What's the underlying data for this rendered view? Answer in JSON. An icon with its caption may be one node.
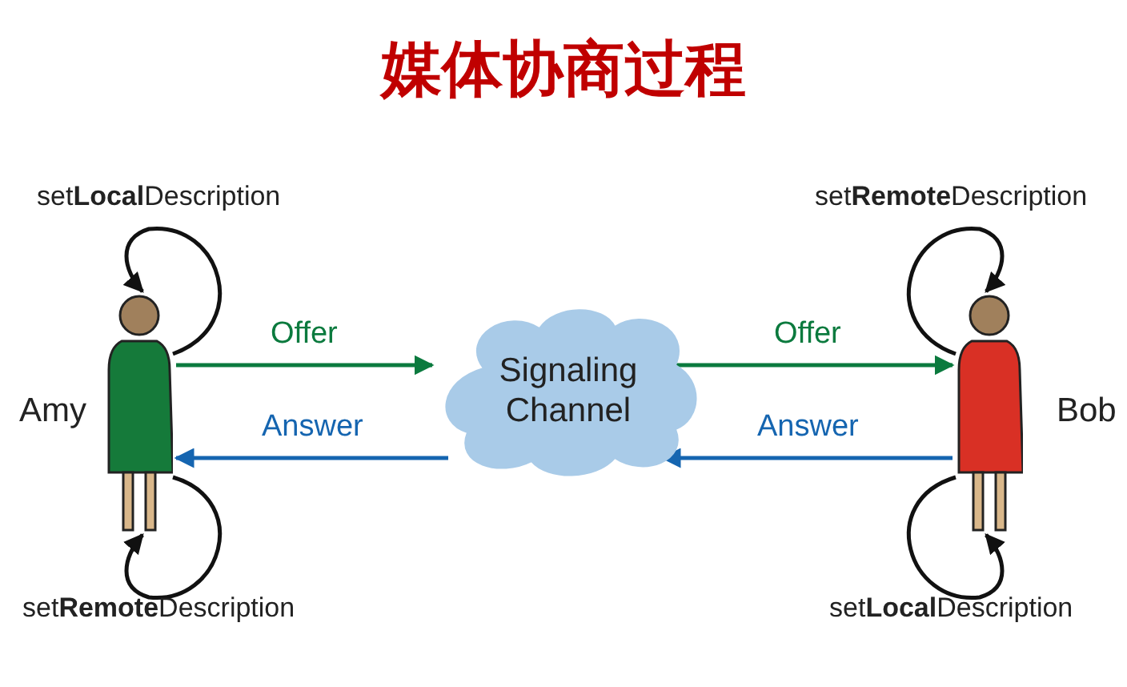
{
  "diagram": {
    "title": "媒体协商过程",
    "nodes": [
      {
        "text": [],
        "shape": "person",
        "beside": [
          "Amy"
        ]
      },
      {
        "text": [
          "Signaling Channel"
        ]
      },
      {
        "text": [],
        "shape": "person",
        "beside": [
          "Bob"
        ]
      }
    ],
    "edges": [
      {
        "from": 0,
        "to": 0,
        "arrow": "to",
        "label": "set**Local**Description"
      },
      {
        "from": 0,
        "to": 0,
        "arrow": "to",
        "label": "set**Remote**Description"
      },
      {
        "from": 2,
        "to": 2,
        "arrow": "to",
        "label": "set**Remote**Description"
      },
      {
        "from": 2,
        "to": 2,
        "arrow": "to",
        "label": "set**Local**Description"
      },
      {
        "from": 0,
        "to": 1,
        "arrow": "to",
        "label": "Offer",
        "color": "#0b7a3e"
      },
      {
        "from": 1,
        "to": 0,
        "arrow": "to",
        "label": "Answer",
        "color": "#1565b0"
      },
      {
        "from": 1,
        "to": 2,
        "arrow": "to",
        "label": "Offer",
        "color": "#0b7a3e"
      },
      {
        "from": 2,
        "to": 1,
        "arrow": "to",
        "label": "Answer",
        "color": "#1565b0"
      }
    ]
  }
}
